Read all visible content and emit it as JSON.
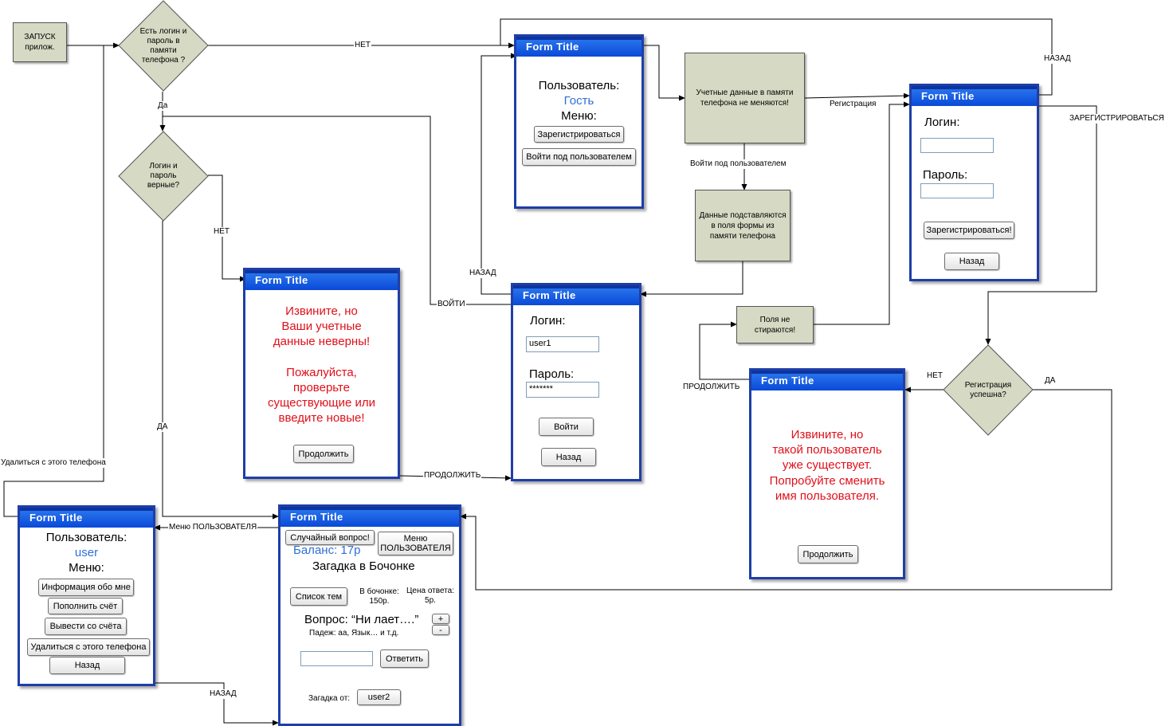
{
  "nodes": {
    "start": "ЗАПУСК прилож.",
    "d1": "Есть логин и пароль в памяти телефона ?",
    "d2": "Логин и пароль верные?",
    "d3": "Регистрация успешна?",
    "p1": "Учетные данные в памяти телефона не меняются!",
    "p2": "Данные подставляются в поля формы из памяти телефона",
    "p3": "Поля не стираются!"
  },
  "edges": {
    "net1": "НЕТ",
    "da1": "Да",
    "net2": "НЕТ",
    "da2": "ДА",
    "voiti": "ВОЙТИ",
    "nazad_login": "НАЗАД",
    "prodolzhit1": "ПРОДОЛЖИТЬ",
    "nazad_top": "НАЗАД",
    "registratsiya": "Регистрация",
    "voiti_pod": "Войти под пользователем",
    "zaregistrirovatsya": "ЗАРЕГИСТРИРОВАТЬСЯ",
    "net3": "НЕТ",
    "da3": "ДА",
    "prodolzhit2": "ПРОДОЛЖИТЬ",
    "udalitsya": "Удалиться с этого телефона",
    "menu_polz": "Меню ПОЛЬЗОВАТЕЛЯ",
    "nazad_bottom": "НАЗАД"
  },
  "forms": {
    "guest": {
      "title": "Form Title",
      "user_label": "Пользователь:",
      "user_value": "Гость",
      "menu_label": "Меню:",
      "register_btn": "Зарегистрироваться",
      "login_as_btn": "Войти под пользователем"
    },
    "register": {
      "title": "Form Title",
      "login_label": "Логин:",
      "password_label": "Пароль:",
      "register_btn": "Зарегистрироваться!",
      "back_btn": "Назад"
    },
    "error_login": {
      "title": "Form Title",
      "msg1": "Извините, но",
      "msg2": "Ваши учетные",
      "msg3": "данные неверны!",
      "msg4": "Пожалуйста,",
      "msg5": "проверьте",
      "msg6": "существующие или",
      "msg7": "введите новые!",
      "continue_btn": "Продолжить"
    },
    "login": {
      "title": "Form Title",
      "login_label": "Логин:",
      "login_value": "user1",
      "password_label": "Пароль:",
      "password_value": "*******",
      "login_btn": "Войти",
      "back_btn": "Назад"
    },
    "error_exists": {
      "title": "Form Title",
      "msg1": "Извините, но",
      "msg2": "такой пользователь",
      "msg3": "уже существует.",
      "msg4": "Попробуйте сменить",
      "msg5": "имя пользователя.",
      "continue_btn": "Продолжить"
    },
    "user_menu": {
      "title": "Form Title",
      "user_label": "Пользователь:",
      "user_value": "user",
      "menu_label": "Меню:",
      "info_btn": "Информация обо мне",
      "topup_btn": "Пополнить счёт",
      "withdraw_btn": "Вывести со счёта",
      "remove_btn": "Удалиться с этого телефона",
      "back_btn": "Назад"
    },
    "game": {
      "title": "Form Title",
      "random_btn": "Случайный вопрос!",
      "menu_btn_1": "Меню",
      "menu_btn_2": "ПОЛЬЗОВАТЕЛЯ",
      "balance": "Баланс: 17р",
      "heading": "Загадка в Бочонке",
      "topics_btn": "Список тем",
      "barrel_1": "В бочонке:",
      "barrel_2": "150р.",
      "price_1": "Цена ответа:",
      "price_2": "5р.",
      "question": "Вопрос: “Ни лает….”",
      "plus_btn": "+",
      "minus_btn": "-",
      "hint": "Падеж: аа, Язык… и т.д.",
      "answer_btn": "Ответить",
      "riddle_from": "Загадка от:",
      "author_btn": "user2"
    }
  }
}
